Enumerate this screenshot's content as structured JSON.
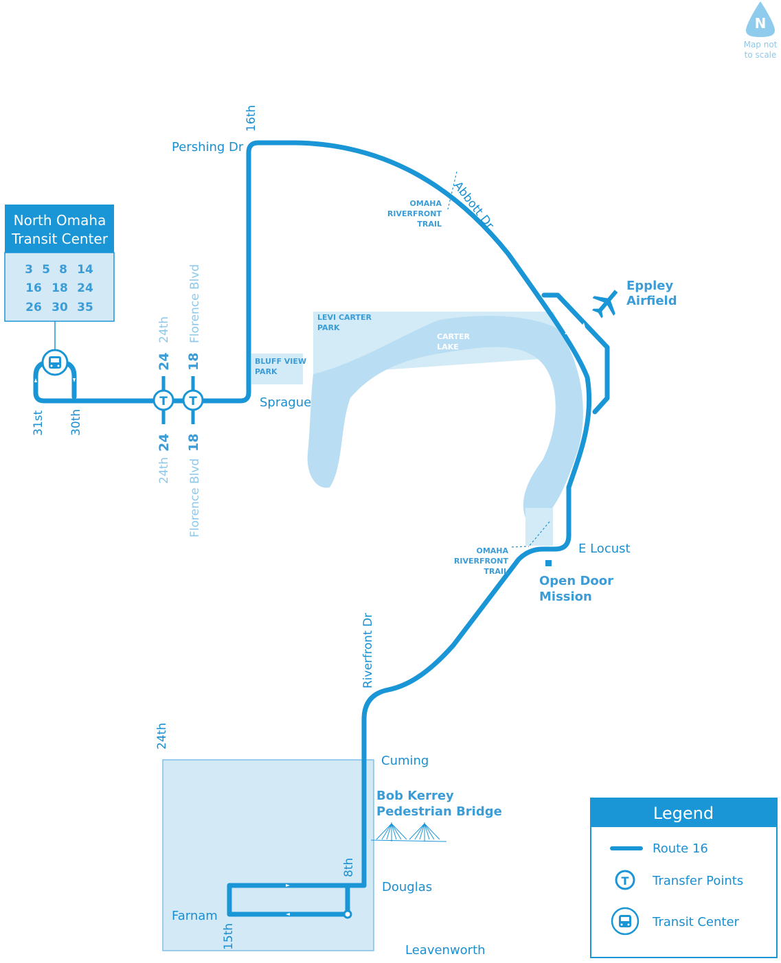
{
  "compass": {
    "letter": "N",
    "note_line1": "Map not",
    "note_line2": "to scale"
  },
  "transit_center": {
    "title_line1": "North Omaha",
    "title_line2": "Transit Center",
    "routes": [
      [
        "3",
        "5",
        "8",
        "14"
      ],
      [
        "16",
        "18",
        "24"
      ],
      [
        "26",
        "30",
        "35"
      ]
    ]
  },
  "streets": {
    "pershing": "Pershing Dr",
    "sixteenth": "16th",
    "abbott": "Abbott Dr",
    "sprague": "Sprague",
    "thirty_first": "31st",
    "thirtieth": "30th",
    "twenty_fourth": "24th",
    "florence": "Florence Blvd",
    "e_locust": "E Locust",
    "riverfront": "Riverfront Dr",
    "cuming": "Cuming",
    "eighth": "8th",
    "douglas": "Douglas",
    "farnam": "Farnam",
    "fifteenth": "15th",
    "leavenworth": "Leavenworth",
    "twenty_fourth_south": "24th"
  },
  "transfer_routes": {
    "a": "24",
    "b": "18"
  },
  "places": {
    "trail_l1": "OMAHA",
    "trail_l2": "RIVERFRONT",
    "trail_l3": "TRAIL",
    "levi_l1": "LEVI CARTER",
    "levi_l2": "PARK",
    "carter_l1": "CARTER",
    "carter_l2": "LAKE",
    "bluff_l1": "BLUFF VIEW",
    "bluff_l2": "PARK",
    "eppley_l1": "Eppley",
    "eppley_l2": "Airfield",
    "mission_l1": "Open Door",
    "mission_l2": "Mission",
    "bridge_l1": "Bob Kerrey",
    "bridge_l2": "Pedestrian Bridge"
  },
  "legend": {
    "title": "Legend",
    "route": "Route 16",
    "transfer": "Transfer Points",
    "transit": "Transit Center"
  },
  "colors": {
    "route": "#1a95d6",
    "water": "#b9def3",
    "park": "#d3eaf7",
    "downtown": "#d3e9f6"
  }
}
